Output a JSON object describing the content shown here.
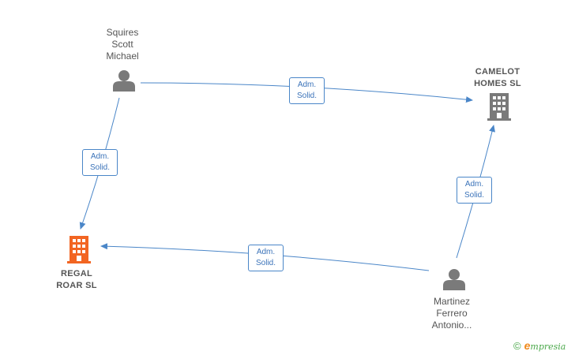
{
  "nodes": {
    "squires": {
      "label": "Squires\nScott\nMichael"
    },
    "camelot": {
      "label": "CAMELOT\nHOMES  SL"
    },
    "regal": {
      "label": "REGAL\nROAR  SL"
    },
    "martinez": {
      "label": "Martinez\nFerrero\nAntonio..."
    }
  },
  "edges": {
    "squires_camelot": {
      "label": "Adm.\nSolid."
    },
    "squires_regal": {
      "label": "Adm.\nSolid."
    },
    "martinez_camelot": {
      "label": "Adm.\nSolid."
    },
    "martinez_regal": {
      "label": "Adm.\nSolid."
    }
  },
  "colors": {
    "edge": "#4a86c8",
    "person_icon": "#7a7a7a",
    "company_icon": "#7a7a7a",
    "highlight_company_icon": "#f26522"
  },
  "brand": {
    "copyright": "©",
    "mark": "e",
    "word": "mpresia"
  }
}
